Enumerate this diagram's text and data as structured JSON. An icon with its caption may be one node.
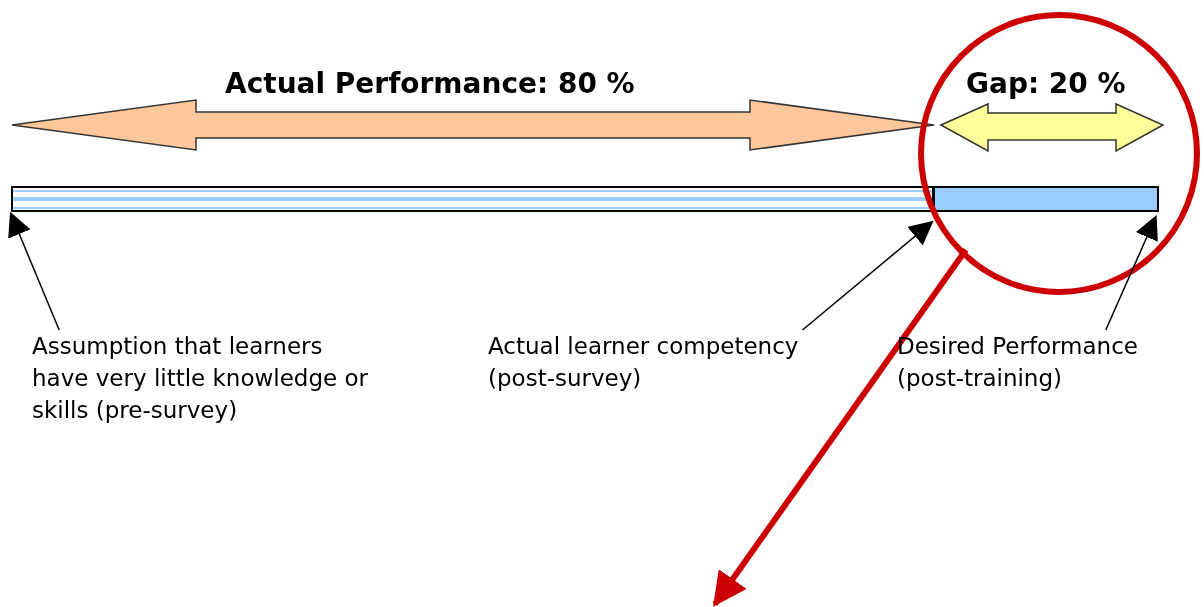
{
  "diagram": {
    "nodes": [
      {
        "text": [],
        "shape": "bar"
      },
      {
        "text": [],
        "shape": "bar",
        "in": 5
      },
      {
        "text": [
          "Assumption that learners have very little knowledge or skills (pre-survey)"
        ]
      },
      {
        "text": [
          "Actual learner competency (post-survey)"
        ]
      },
      {
        "text": [
          "Desired Performance (post-training)"
        ]
      },
      {
        "text": [],
        "shape": "circle"
      }
    ],
    "edges": [
      {
        "from": 2,
        "to": 0,
        "arrow": "to"
      },
      {
        "from": 3,
        "to": 0,
        "arrow": "to"
      },
      {
        "from": 4,
        "to": 1,
        "arrow": "to"
      },
      {
        "from": 5,
        "to": null,
        "arrow": "to",
        "style": "thick",
        "color": "#cc0000"
      }
    ],
    "labels": [
      "Actual Performance: 80 %",
      "Gap: 20 %"
    ]
  }
}
